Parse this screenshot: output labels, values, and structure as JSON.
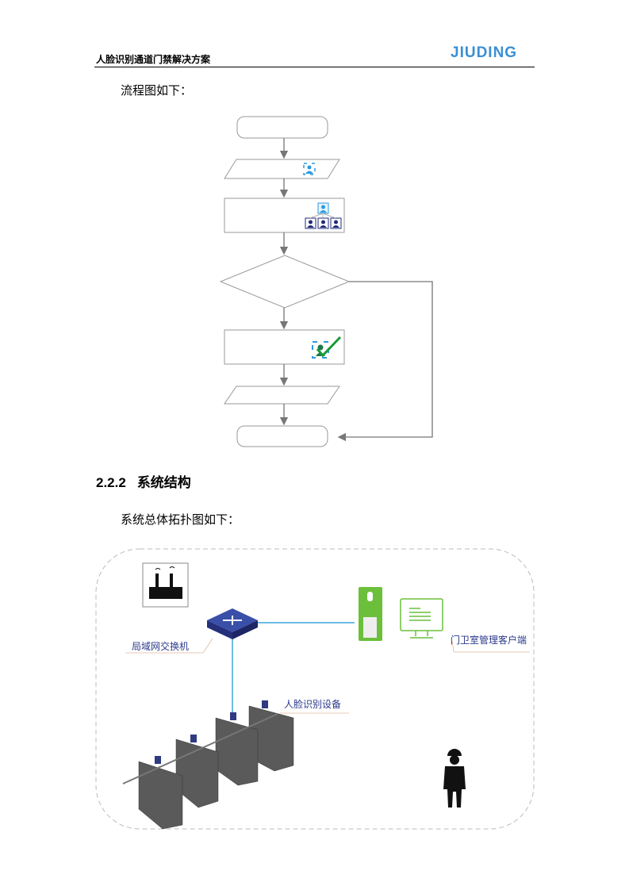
{
  "header": {
    "title": "人脸识别通道门禁解决方案",
    "logo": "JIUDING"
  },
  "intro_flowchart": "流程图如下：",
  "section": {
    "number": "2.2.2",
    "title": "系统结构"
  },
  "intro_topology": "系统总体拓扑图如下：",
  "topology": {
    "switch_label": "局域网交换机",
    "client_label": "门卫室管理客户端",
    "device_label": "人脸识别设备"
  },
  "colors": {
    "link": "#3aa6dd",
    "client": "#6bbf3a",
    "switch": "#2e3f8f",
    "check": "#1a9a3a"
  }
}
